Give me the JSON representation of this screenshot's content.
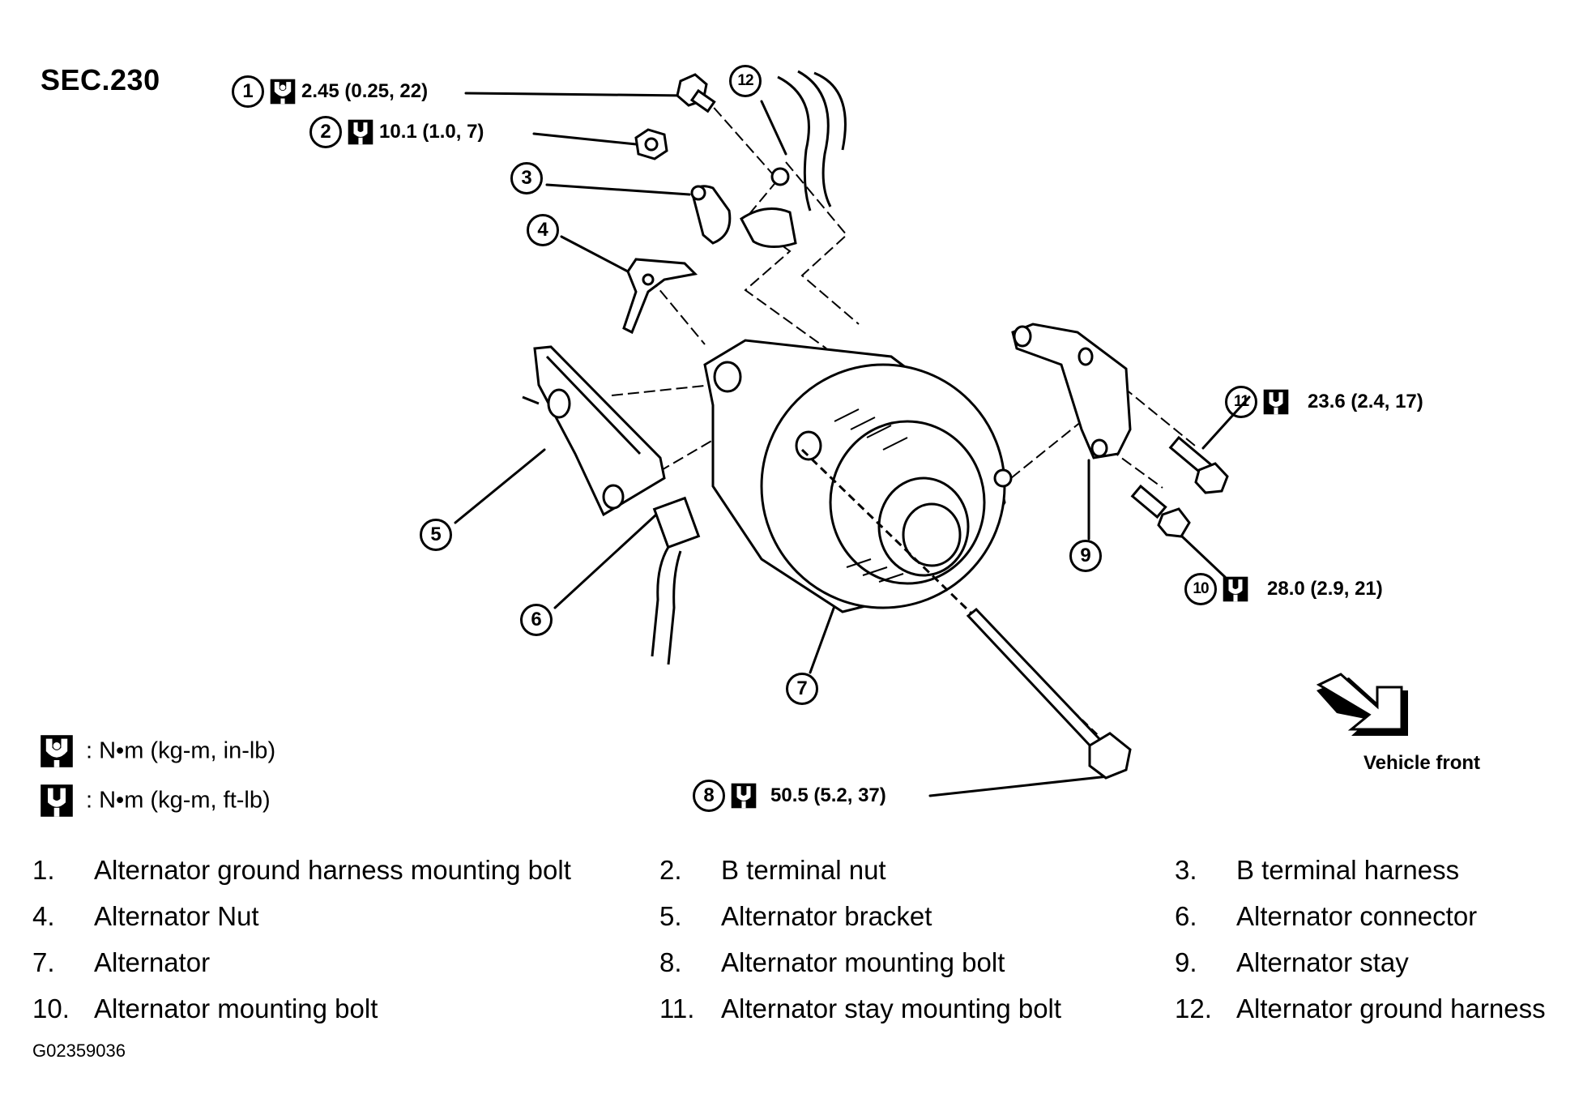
{
  "section": "SEC.230",
  "callouts": [
    {
      "num": "1",
      "torque": "2.45 (0.25, 22)",
      "icon": "wrench-in-lb-icon"
    },
    {
      "num": "2",
      "torque": "10.1 (1.0, 7)",
      "icon": "wrench-ft-lb-icon"
    },
    {
      "num": "3"
    },
    {
      "num": "4"
    },
    {
      "num": "5"
    },
    {
      "num": "6"
    },
    {
      "num": "7"
    },
    {
      "num": "8",
      "torque": "50.5 (5.2, 37)",
      "icon": "wrench-ft-lb-icon"
    },
    {
      "num": "9"
    },
    {
      "num": "10",
      "torque": "28.0 (2.9, 21)",
      "icon": "wrench-ft-lb-icon"
    },
    {
      "num": "11",
      "torque": "23.6 (2.4, 17)",
      "icon": "wrench-ft-lb-icon"
    },
    {
      "num": "12"
    }
  ],
  "legend": [
    {
      "icon": "wrench-in-lb-icon",
      "text": ":  N•m  (kg-m,  in-lb)"
    },
    {
      "icon": "wrench-ft-lb-icon",
      "text": ":  N•m  (kg-m,  ft-lb)"
    }
  ],
  "direction": {
    "label": "Vehicle front",
    "icon": "arrow-down-right-icon"
  },
  "parts": [
    {
      "num": "1.",
      "name": "Alternator ground harness mounting bolt"
    },
    {
      "num": "2.",
      "name": "B terminal nut"
    },
    {
      "num": "3.",
      "name": "B terminal harness"
    },
    {
      "num": "4.",
      "name": "Alternator Nut"
    },
    {
      "num": "5.",
      "name": "Alternator bracket"
    },
    {
      "num": "6.",
      "name": "Alternator connector"
    },
    {
      "num": "7.",
      "name": "Alternator"
    },
    {
      "num": "8.",
      "name": "Alternator mounting bolt"
    },
    {
      "num": "9.",
      "name": "Alternator stay"
    },
    {
      "num": "10.",
      "name": "Alternator mounting bolt"
    },
    {
      "num": "11.",
      "name": "Alternator stay mounting bolt"
    },
    {
      "num": "12.",
      "name": "Alternator ground harness"
    }
  ],
  "figure_code": "G02359036",
  "colors": {
    "ink": "#000000",
    "paper": "#ffffff"
  }
}
